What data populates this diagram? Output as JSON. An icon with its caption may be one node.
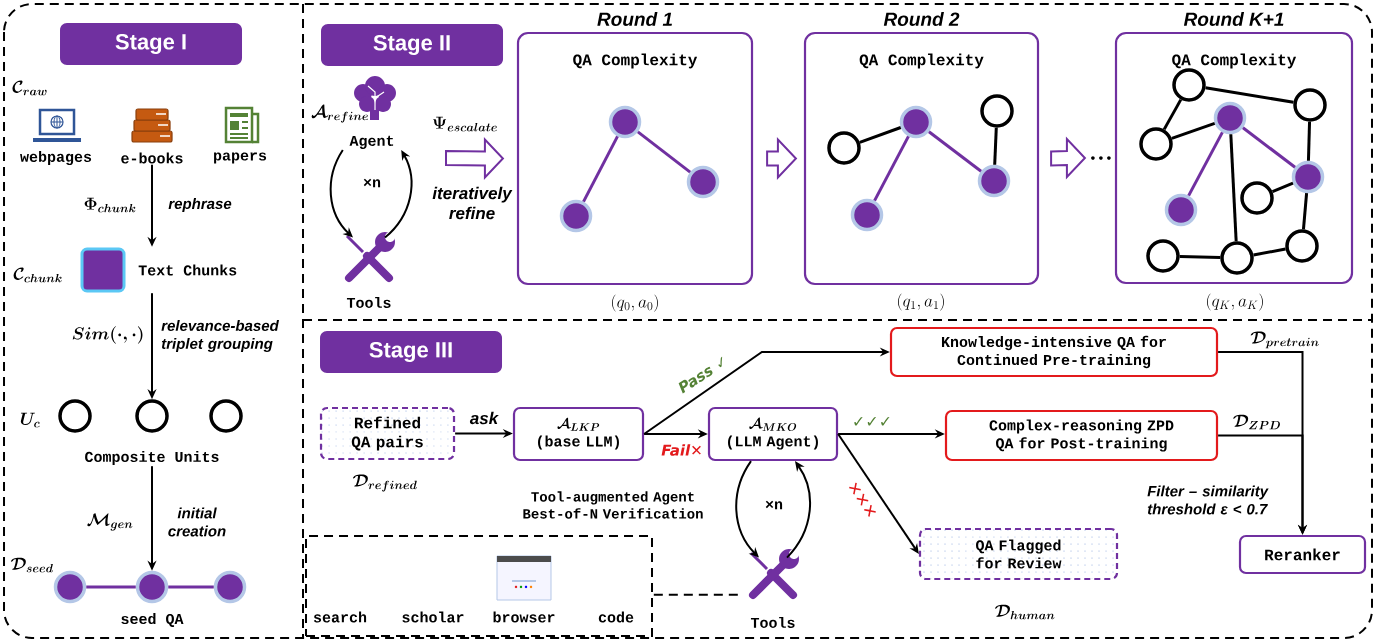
{
  "diagram": {
    "nodes": [
      {
        "text": [
          "Stage I"
        ]
      },
      {
        "text": [
          "webpages"
        ]
      },
      {
        "text": [
          "e-books"
        ]
      },
      {
        "text": [
          "papers"
        ]
      },
      {
        "text": [
          "Text Chunks"
        ]
      },
      {
        "text": [],
        "shape": "circle"
      },
      {
        "text": [],
        "shape": "circle"
      },
      {
        "text": [],
        "shape": "circle"
      },
      {
        "text": [
          "Composite Units"
        ]
      },
      {
        "text": [],
        "shape": "circle"
      },
      {
        "text": [],
        "shape": "circle",
        "beside": [
          "seed QA"
        ]
      },
      {
        "text": [],
        "shape": "circle"
      },
      {
        "text": [
          "Stage II"
        ]
      },
      {
        "text": [
          "Agent"
        ]
      },
      {
        "text": [
          "Tools"
        ]
      },
      {
        "text": [
          "Round 1",
          "QA Complexity"
        ]
      },
      {
        "text": [],
        "shape": "circle",
        "in": 15
      },
      {
        "text": [],
        "shape": "circle",
        "in": 15
      },
      {
        "text": [],
        "shape": "circle",
        "in": 15
      },
      {
        "text": [
          "Round 2",
          "QA Complexity"
        ]
      },
      {
        "text": [],
        "shape": "circle",
        "in": 19
      },
      {
        "text": [],
        "shape": "circle",
        "in": 19
      },
      {
        "text": [],
        "shape": "circle",
        "in": 19
      },
      {
        "text": [],
        "shape": "circle",
        "in": 19
      },
      {
        "text": [],
        "shape": "circle",
        "in": 19
      },
      {
        "text": [
          "Round K+1",
          "QA Complexity"
        ]
      },
      {
        "text": [],
        "shape": "circle",
        "in": 25
      },
      {
        "text": [],
        "shape": "circle",
        "in": 25
      },
      {
        "text": [],
        "shape": "circle",
        "in": 25
      },
      {
        "text": [],
        "shape": "circle",
        "in": 25
      },
      {
        "text": [],
        "shape": "circle",
        "in": 25
      },
      {
        "text": [],
        "shape": "circle",
        "in": 25
      },
      {
        "text": [],
        "shape": "circle",
        "in": 25
      },
      {
        "text": [],
        "shape": "circle",
        "in": 25
      },
      {
        "text": [],
        "shape": "circle",
        "in": 25
      },
      {
        "text": [],
        "shape": "circle",
        "in": 25
      },
      {
        "text": [
          "Stage III"
        ]
      },
      {
        "text": [
          "Refined QA pairs"
        ]
      },
      {
        "text": [
          "(base LLM)"
        ]
      },
      {
        "text": [
          "(LLM Agent)"
        ]
      },
      {
        "text": [
          "Knowledge-intensive QA for Continued Pre-training"
        ]
      },
      {
        "text": [
          "Complex-reasoning ZPD QA for Post-training"
        ]
      },
      {
        "text": [
          "QA Flagged for Review"
        ]
      },
      {
        "text": [
          "Reranker"
        ]
      },
      {
        "text": [
          "search",
          "scholar",
          "browser",
          "code"
        ]
      },
      {
        "text": [
          "Tools"
        ]
      }
    ],
    "edges": [
      {
        "from": 2,
        "to": 4,
        "arrow": "to",
        "label": "rephrase"
      },
      {
        "from": 4,
        "to": 6,
        "arrow": "to",
        "label": "relevance-based triplet grouping"
      },
      {
        "from": 8,
        "to": 10,
        "arrow": "to",
        "label": "initial creation"
      },
      {
        "from": 9,
        "to": 10,
        "arrow": "none",
        "color": "#7030a0"
      },
      {
        "from": 10,
        "to": 11,
        "arrow": "none",
        "color": "#7030a0"
      },
      {
        "from": 13,
        "to": 14,
        "arrow": "to",
        "label": "×n"
      },
      {
        "from": 14,
        "to": 13,
        "arrow": "to"
      },
      {
        "from": null,
        "to": 15,
        "arrow": "to",
        "label": "iteratively refine",
        "color": "#7030a0"
      },
      {
        "from": 15,
        "to": 19,
        "arrow": "to",
        "color": "#7030a0"
      },
      {
        "from": 19,
        "to": 25,
        "arrow": "to",
        "color": "#7030a0"
      },
      {
        "from": 16,
        "to": 18,
        "arrow": "none",
        "color": "#7030a0"
      },
      {
        "from": 16,
        "to": 17,
        "arrow": "none",
        "color": "#7030a0"
      },
      {
        "from": 20,
        "to": 21,
        "arrow": "none"
      },
      {
        "from": 21,
        "to": 24,
        "arrow": "none",
        "color": "#7030a0"
      },
      {
        "from": 21,
        "to": 23,
        "arrow": "none",
        "color": "#7030a0"
      },
      {
        "from": 23,
        "to": 22,
        "arrow": "none"
      },
      {
        "from": 26,
        "to": 27,
        "arrow": "none"
      },
      {
        "from": 26,
        "to": 28,
        "arrow": "none"
      },
      {
        "from": 28,
        "to": 29,
        "arrow": "none"
      },
      {
        "from": 29,
        "to": 32,
        "arrow": "none",
        "color": "#7030a0"
      },
      {
        "from": 29,
        "to": 30,
        "arrow": "none",
        "color": "#7030a0"
      },
      {
        "from": 29,
        "to": 34,
        "arrow": "none"
      },
      {
        "from": 27,
        "to": 30,
        "arrow": "none"
      },
      {
        "from": 31,
        "to": 30,
        "arrow": "none"
      },
      {
        "from": 30,
        "to": 35,
        "arrow": "none"
      },
      {
        "from": 33,
        "to": 34,
        "arrow": "none"
      },
      {
        "from": 34,
        "to": 35,
        "arrow": "none"
      },
      {
        "from": 37,
        "to": 38,
        "arrow": "to",
        "label": "ask"
      },
      {
        "from": 38,
        "to": 40,
        "arrow": "to",
        "label": "Pass ✓"
      },
      {
        "from": 38,
        "to": 39,
        "arrow": "to",
        "label": "Fail✕"
      },
      {
        "from": 39,
        "to": 41,
        "arrow": "to",
        "label": "✓✓✓"
      },
      {
        "from": 39,
        "to": 42,
        "arrow": "to",
        "label": "✕✕✕"
      },
      {
        "from": 39,
        "to": 45,
        "arrow": "to",
        "label": "Tool-augmented Agent Best-of-N Verification"
      },
      {
        "from": 45,
        "to": 39,
        "arrow": "to",
        "label": "×n"
      },
      {
        "from": 45,
        "to": 44,
        "arrow": "none",
        "style": "dashed"
      },
      {
        "from": 40,
        "to": 43,
        "arrow": "to"
      },
      {
        "from": 41,
        "to": 43,
        "arrow": "to",
        "label": "Filter – similarity threshold ε < 0.7"
      }
    ],
    "labels": [
      "\\mathcal{C}_{raw}",
      "\\Phi_{chunk}",
      "\\mathcal{C}_{chunk}",
      "Sim(\\cdot,\\cdot)",
      "U_c",
      "\\mathcal{M}_{gen}",
      "\\mathcal{D}_{seed}",
      "\\mathcal{A}_{refine}",
      "\\Psi_{escalate}",
      "(q_0,a_0)",
      "(q_1,a_1)",
      "(q_K,a_K)",
      "\\mathcal{D}_{refined}",
      "\\mathcal{A}_{LKP}",
      "\\mathcal{A}_{MKO}",
      "\\mathcal{D}_{pretrain}",
      "\\mathcal{D}_{ZPD}",
      "\\mathcal{D}_{human}"
    ]
  }
}
